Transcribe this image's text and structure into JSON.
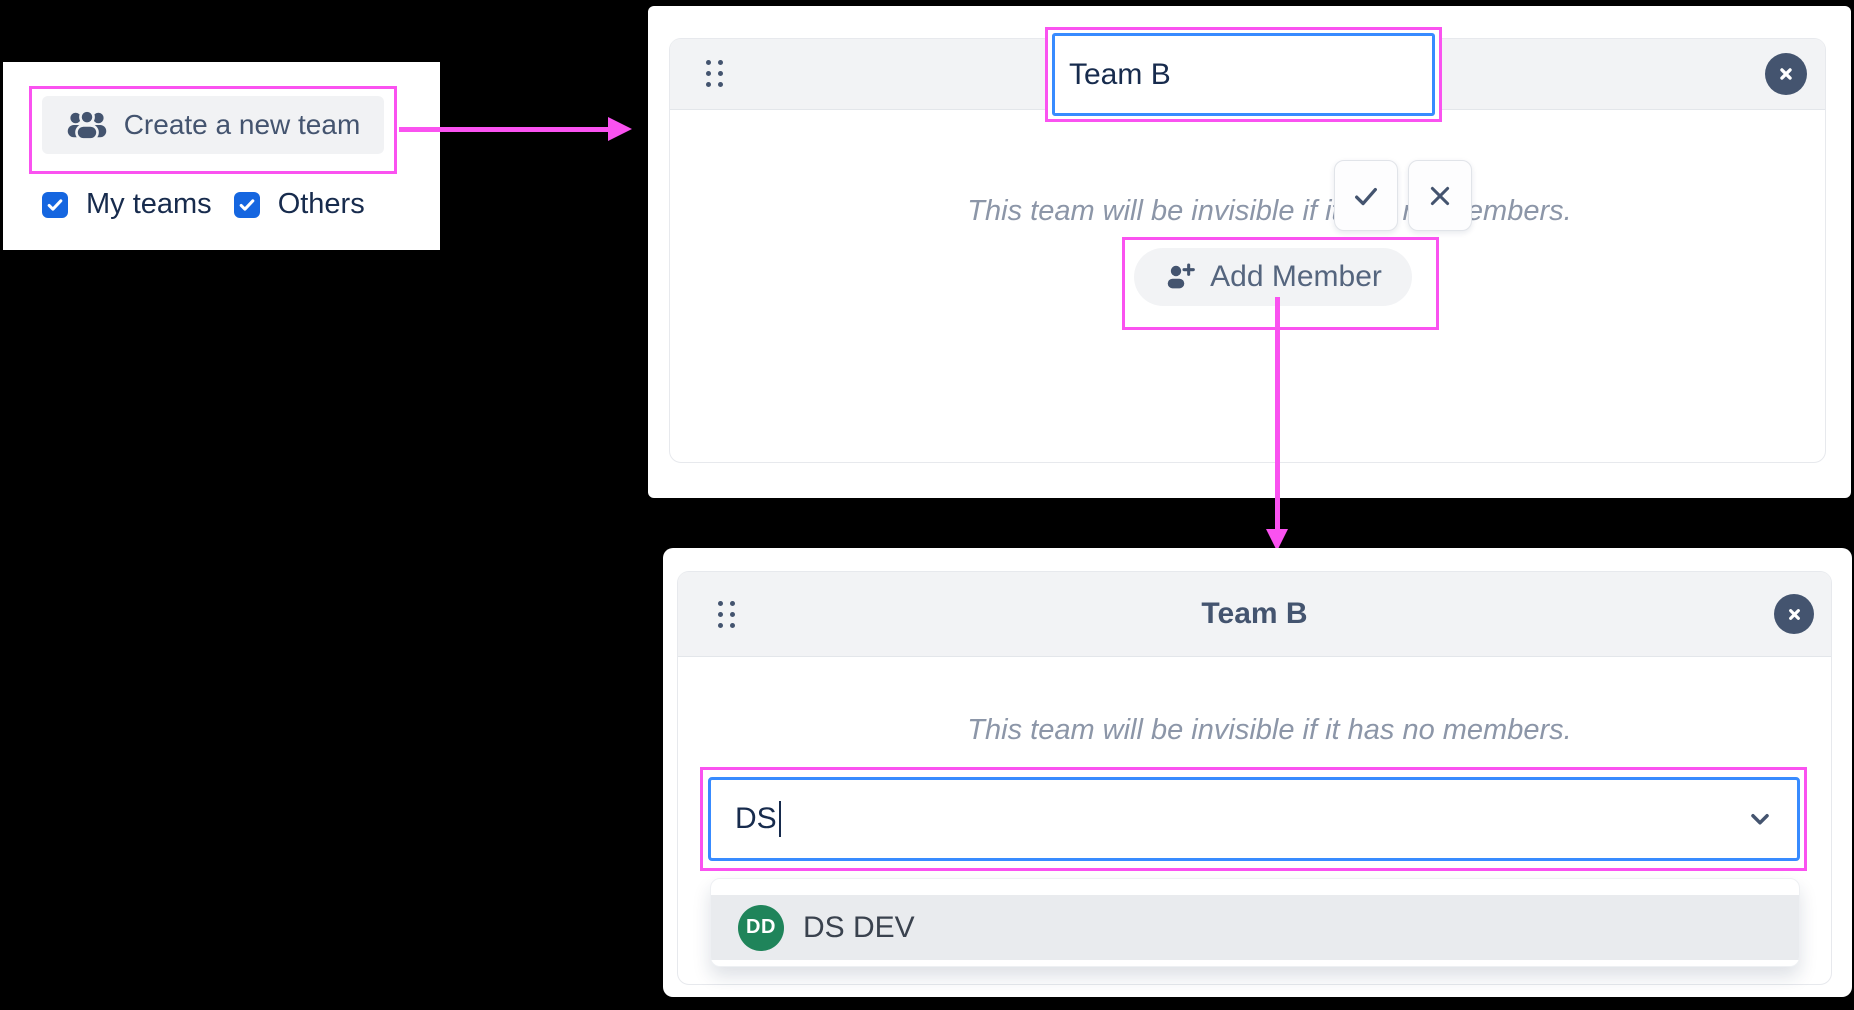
{
  "colors": {
    "highlight_pink": "#fa52f0",
    "focus_blue": "#388bff",
    "slate": "#44546f",
    "checkbox_blue": "#1566e0",
    "avatar_green": "#1f845a",
    "header_gray": "#f2f3f5"
  },
  "left_panel": {
    "create_button_label": "Create a new team",
    "checkboxes": [
      {
        "label": "My teams",
        "checked": true
      },
      {
        "label": "Others",
        "checked": true
      }
    ]
  },
  "top_card": {
    "name_input_value": "Team B",
    "hint": "This team will be invisible if it has no members.",
    "add_member_label": "Add Member"
  },
  "bottom_card": {
    "title": "Team B",
    "hint": "This team will be invisible if it has no members.",
    "member_search_value": "DS",
    "dropdown": {
      "items": [
        {
          "initials": "DD",
          "label": "DS DEV"
        }
      ]
    }
  }
}
